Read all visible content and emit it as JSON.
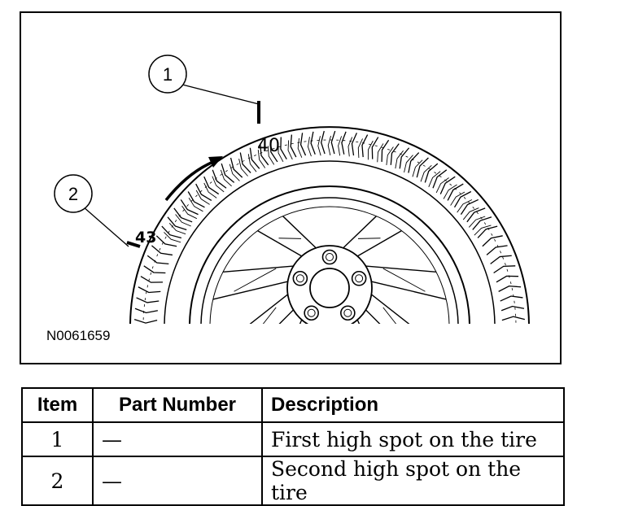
{
  "figure": {
    "callouts": [
      {
        "number": "1"
      },
      {
        "number": "2"
      }
    ],
    "marks": {
      "first": "40",
      "second": "43"
    },
    "figure_id": "N0061659"
  },
  "table": {
    "headers": {
      "item": "Item",
      "part_number": "Part Number",
      "description": "Description"
    },
    "rows": [
      {
        "item": "1",
        "part_number": "—",
        "description": "First high spot on the tire"
      },
      {
        "item": "2",
        "part_number": "—",
        "description": "Second high spot on the tire"
      }
    ]
  }
}
